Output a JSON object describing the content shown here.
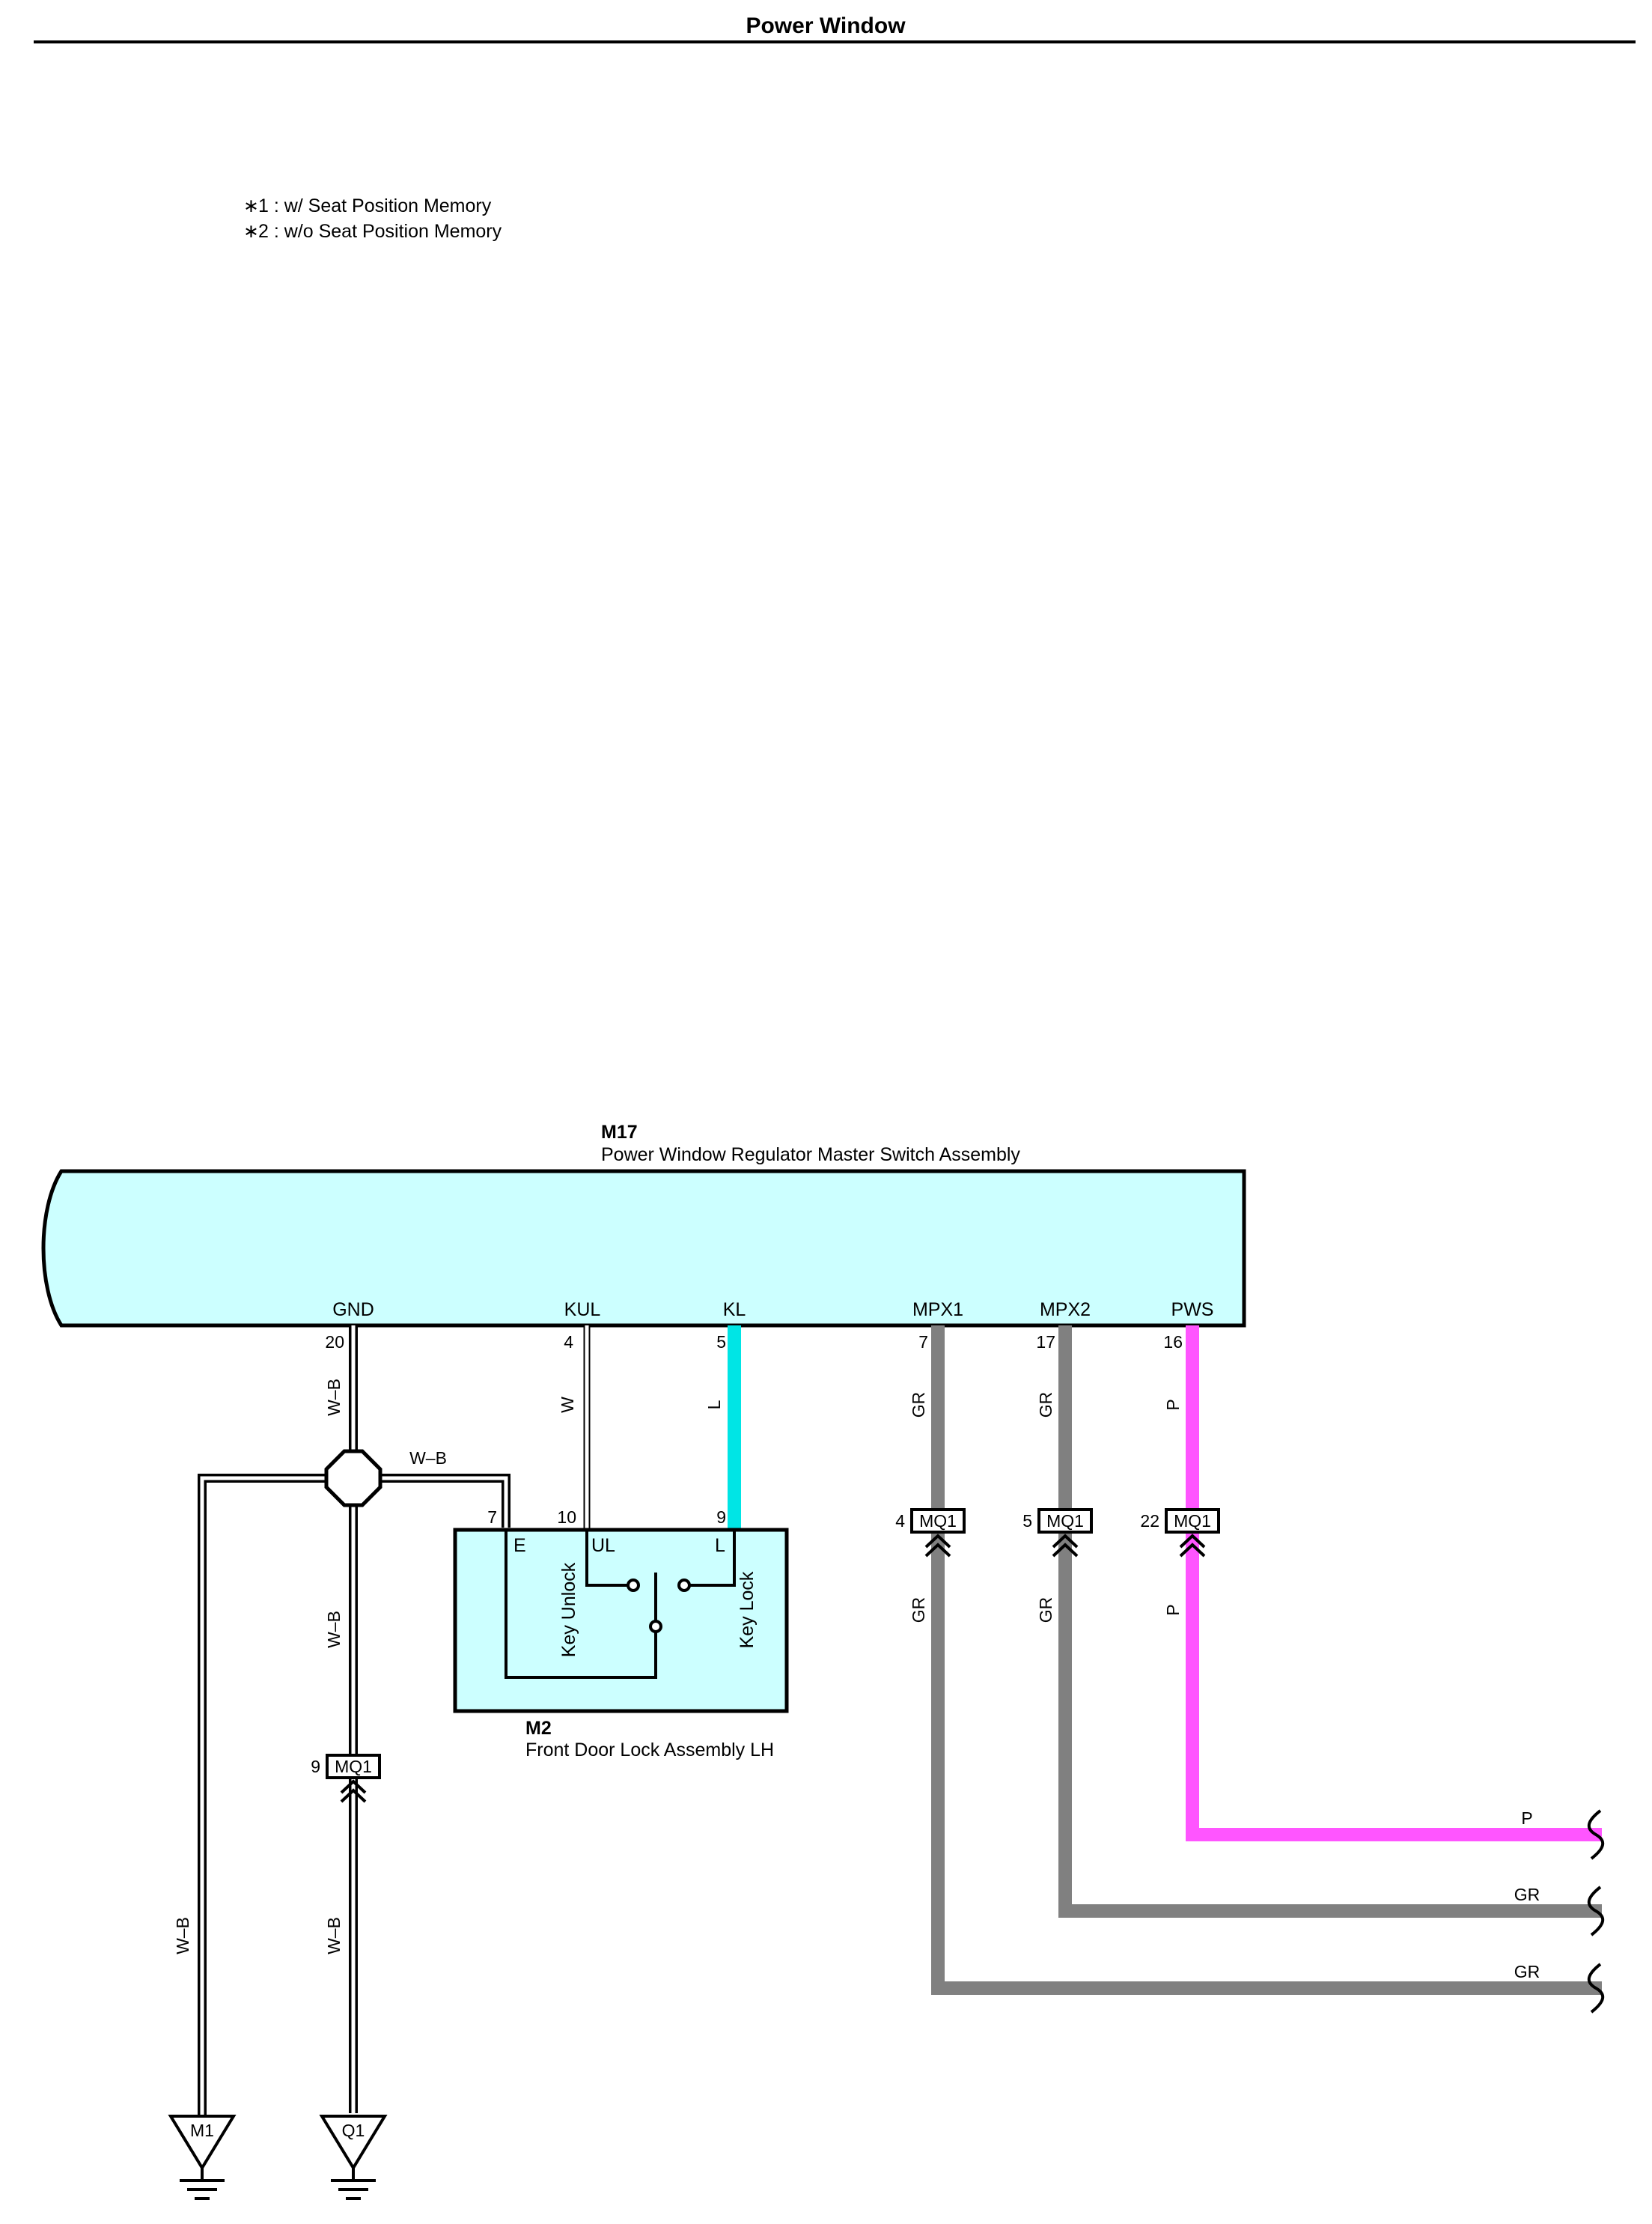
{
  "page": {
    "title": "Power Window"
  },
  "notes": [
    {
      "mark": "∗",
      "text": "1 : w/ Seat Position Memory"
    },
    {
      "mark": "∗",
      "text": "2 : w/o Seat Position Memory"
    }
  ],
  "colors": {
    "component_fill": "#ccffff",
    "L": "#00e5e5",
    "GR": "#808080",
    "P": "#ff55ff",
    "W": "#ffffff",
    "W-B": "#ffffff",
    "outline": "#000000"
  },
  "components": {
    "m17": {
      "code": "M17",
      "name": "Power Window Regulator Master Switch Assembly",
      "pins": [
        {
          "name": "GND",
          "number": "20"
        },
        {
          "name": "KUL",
          "number": "4"
        },
        {
          "name": "KL",
          "number": "5"
        },
        {
          "name": "MPX1",
          "number": "7"
        },
        {
          "name": "MPX2",
          "number": "17"
        },
        {
          "name": "PWS",
          "number": "16"
        }
      ]
    },
    "m2": {
      "code": "M2",
      "name": "Front Door Lock Assembly LH",
      "pins": [
        {
          "name": "E",
          "number": "7"
        },
        {
          "name": "UL",
          "number": "10"
        },
        {
          "name": "L",
          "number": "9"
        }
      ],
      "switch_labels": {
        "unlock": "Key Unlock",
        "lock": "Key Lock"
      }
    }
  },
  "connectors": {
    "gnd": {
      "code": "MQ1",
      "pin": "9"
    },
    "mpx1": {
      "code": "MQ1",
      "pin": "4"
    },
    "mpx2": {
      "code": "MQ1",
      "pin": "5"
    },
    "pws": {
      "code": "MQ1",
      "pin": "22"
    }
  },
  "wires": {
    "gnd_upper": "W–B",
    "gnd_branch": "W–B",
    "gnd_lower": "W–B",
    "gnd_bottom": "W–B",
    "ground_left": "W–B",
    "kul": "W",
    "kl": "L",
    "mpx1_upper": "GR",
    "mpx1_lower": "GR",
    "mpx2_upper": "GR",
    "mpx2_lower": "GR",
    "pws_upper": "P",
    "pws_lower": "P",
    "out_p": "P",
    "out_gr1": "GR",
    "out_gr2": "GR"
  },
  "grounds": [
    {
      "code": "M1"
    },
    {
      "code": "Q1"
    }
  ]
}
